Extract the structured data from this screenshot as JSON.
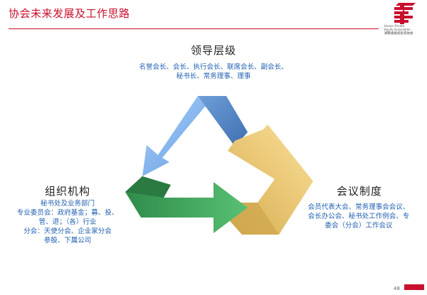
{
  "slide": {
    "title": "协会未来发展及工作思路",
    "page_number": "48"
  },
  "logo": {
    "name_en_line1": "Hunan Private",
    "name_en_line2": "Equity Association",
    "name_cn": "湖南省股权投资协会",
    "brand_color": "#c8102e"
  },
  "cycle": {
    "top": {
      "heading": "领导层级",
      "lines": [
        "名誉会长、会长、执行会长、联席会长、副会长、",
        "秘书长、常务理事、理事"
      ]
    },
    "left": {
      "heading": "组织机构",
      "lines": [
        "秘书处及业务部门",
        "专业委员会：政府基金；募、投、",
        "管、退；（各）行业",
        "分会：天使分会、企业家分会",
        "参股、下属公司"
      ]
    },
    "right": {
      "heading": "会议制度",
      "lines": [
        "会员代表大会、常务理事会会议、",
        "会长办公会、秘书处工作例会、专",
        "委会（分会）工作会议"
      ]
    },
    "colors": {
      "blue": "#7fb4f0",
      "green": "#3aa35a",
      "yellow": "#f5cf6e",
      "text_blue": "#1f5fb0"
    }
  }
}
